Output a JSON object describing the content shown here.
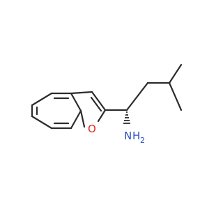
{
  "molecule": {
    "atoms": {
      "oxygen": {
        "label": "O",
        "color": "#e0251b"
      },
      "nitrogen": {
        "label": "N",
        "color": "#2a52be"
      },
      "nh2_hydrogen": {
        "label": "H",
        "color": "#2a52be"
      },
      "nh2_subscript": {
        "label": "2",
        "color": "#2a52be"
      }
    },
    "bond_color": "#2b2b2b"
  }
}
